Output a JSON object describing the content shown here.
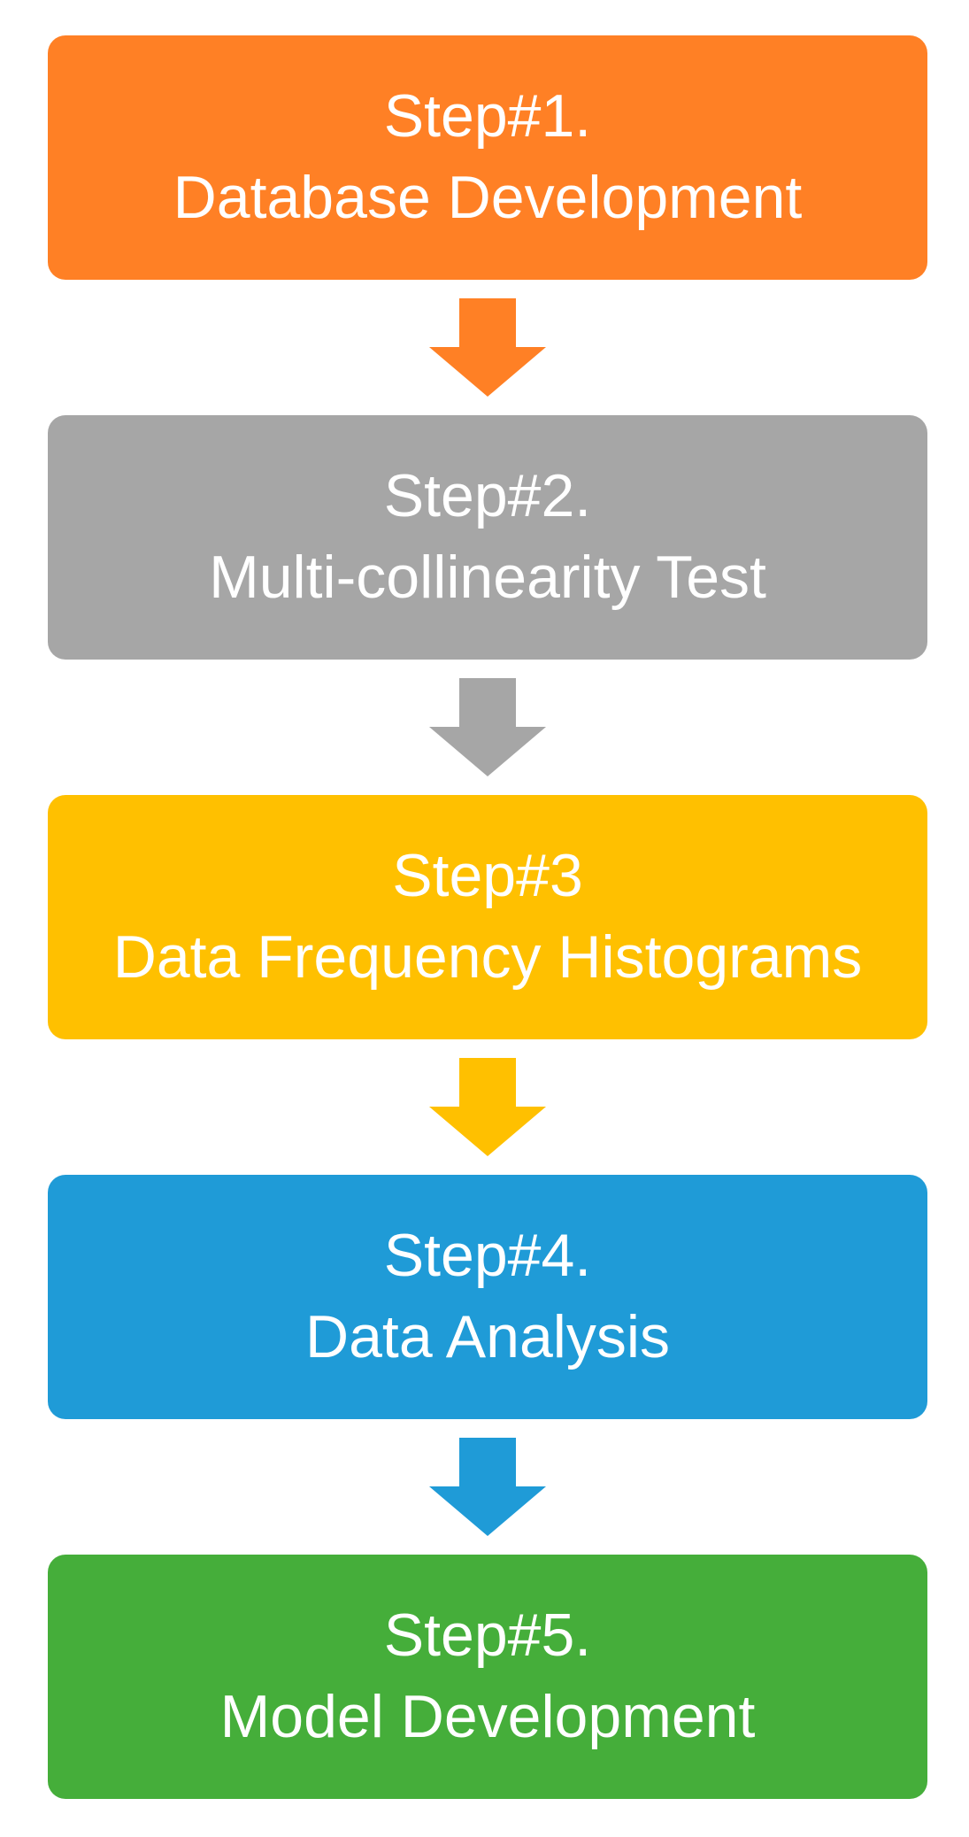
{
  "steps": [
    {
      "label": "Step#1.",
      "title": "Database Development",
      "color": "#FF8025"
    },
    {
      "label": "Step#2.",
      "title": "Multi-collinearity Test",
      "color": "#A6A6A6"
    },
    {
      "label": "Step#3",
      "title": "Data Frequency Histograms",
      "color": "#FFC000"
    },
    {
      "label": "Step#4.",
      "title": "Data Analysis",
      "color": "#1F9BD7"
    },
    {
      "label": "Step#5.",
      "title": "Model Development",
      "color": "#45AE3A"
    }
  ],
  "arrows": [
    {
      "icon": "down-arrow-icon",
      "color": "#FF8025"
    },
    {
      "icon": "down-arrow-icon",
      "color": "#A6A6A6"
    },
    {
      "icon": "down-arrow-icon",
      "color": "#FFC000"
    },
    {
      "icon": "down-arrow-icon",
      "color": "#1F9BD7"
    }
  ]
}
